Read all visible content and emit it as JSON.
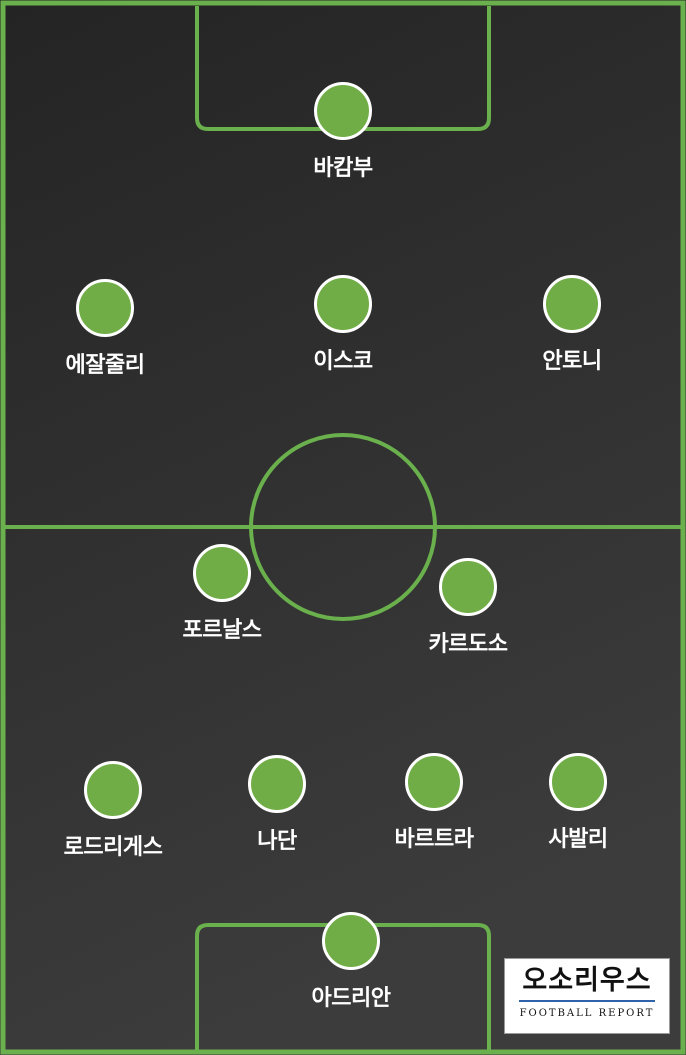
{
  "colors": {
    "pitch_line": "#6ab04c",
    "player_dot": "#71ad47",
    "player_border": "#ffffff",
    "background_top": "#262626",
    "background_bottom": "#3a3a3a"
  },
  "players": {
    "bakambu": "바캄부",
    "ejaljuli": "에잘줄리",
    "isco": "이스코",
    "antony": "안토니",
    "fornals": "포르날스",
    "cardoso": "카르도소",
    "rodriguez": "로드리게스",
    "nadan": "나단",
    "bartra": "바르트라",
    "sabaly": "사발리",
    "adrian": "아드리안"
  },
  "logo": {
    "main": "오소리우스",
    "sub": "FOOTBALL REPORT"
  }
}
